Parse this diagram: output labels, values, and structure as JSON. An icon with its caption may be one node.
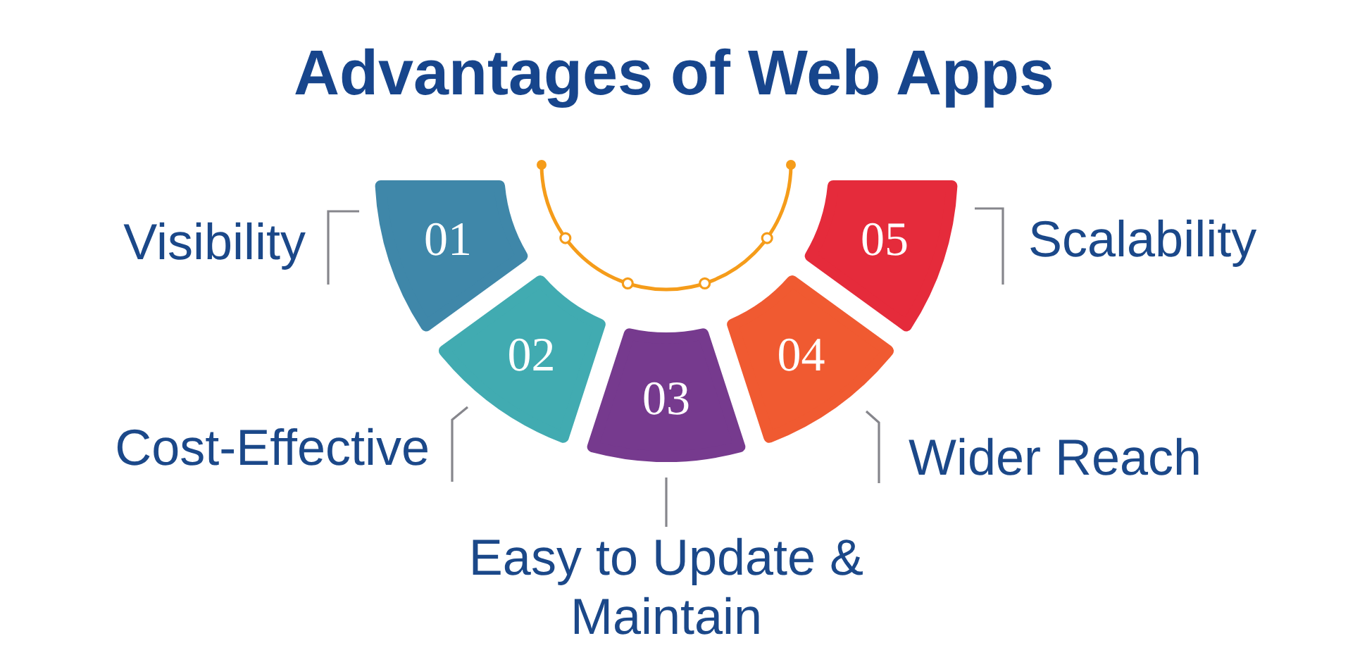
{
  "diagram": {
    "title": "Advantages of Web Apps",
    "nodes": [
      {
        "text": [
          "01"
        ],
        "beside": [
          "Visibility"
        ]
      },
      {
        "text": [
          "02"
        ],
        "beside": [
          "Cost-Effective"
        ]
      },
      {
        "text": [
          "03"
        ],
        "beside": [
          "Easy to Update & Maintain"
        ]
      },
      {
        "text": [
          "04"
        ],
        "beside": [
          "Wider Reach"
        ]
      },
      {
        "text": [
          "05"
        ],
        "beside": [
          "Scalability"
        ]
      }
    ]
  }
}
